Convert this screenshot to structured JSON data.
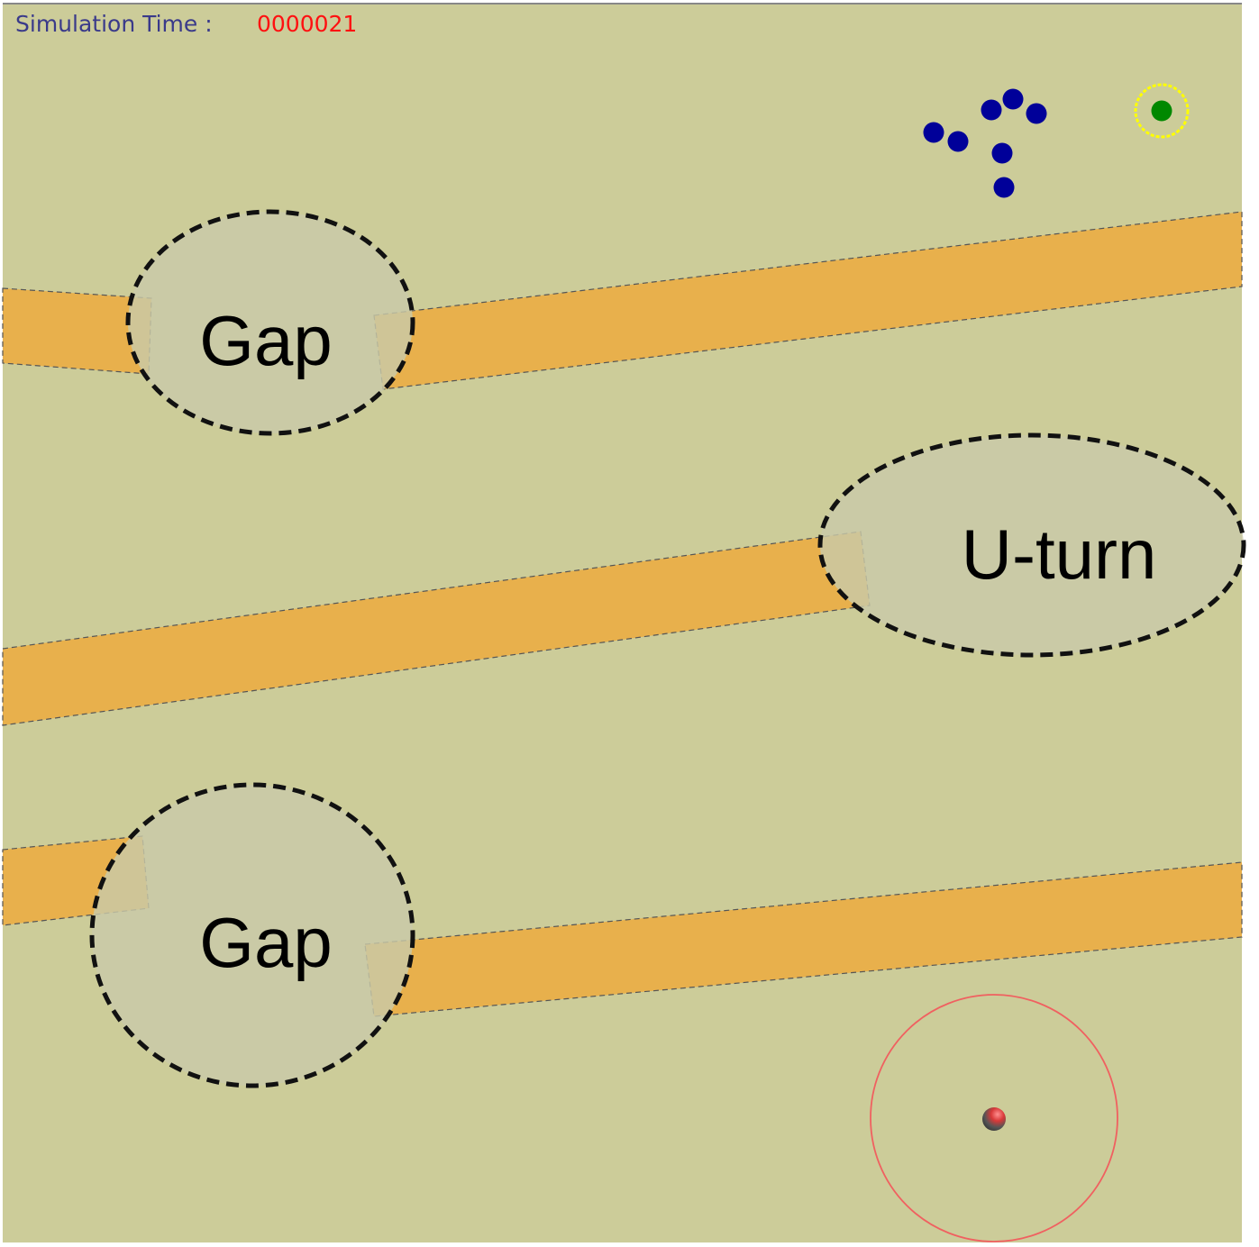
{
  "hud": {
    "sim_time_label": "Simulation Time :",
    "sim_time_value": "0000021"
  },
  "zones": [
    {
      "label": "Gap"
    },
    {
      "label": "U-turn"
    },
    {
      "label": "Gap"
    }
  ],
  "colors": {
    "background": "#cccc99",
    "road": "#e8b04c",
    "zone_fill": "#c9c9a8",
    "agents": "#000099",
    "goal": "#008800",
    "goal_ring": "#ffff00",
    "sensor_ring": "#f06060"
  },
  "icons": {
    "agent": "blue-dot-icon",
    "goal": "green-goal-icon",
    "robot": "robot-sphere-icon"
  }
}
